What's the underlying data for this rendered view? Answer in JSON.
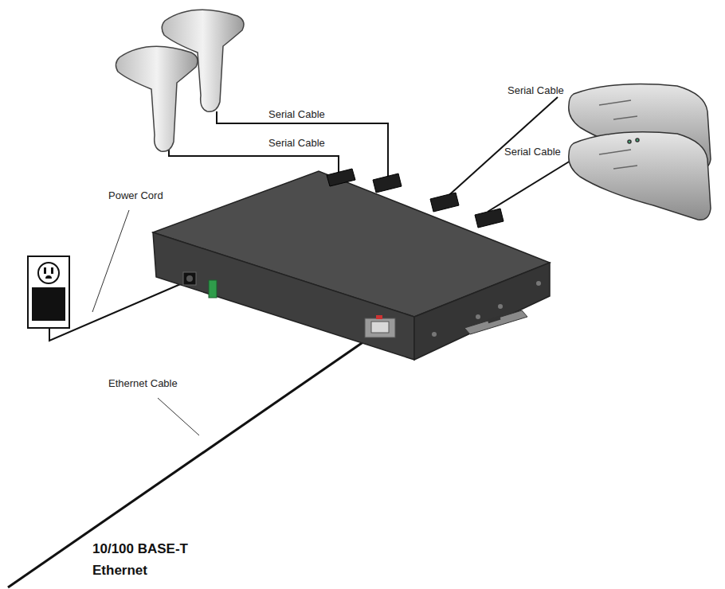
{
  "diagram": {
    "labels": [
      "Serial Cable",
      "Serial Cable",
      "Serial Cable",
      "Serial Cable",
      "Power Cord",
      "Ethernet Cable",
      "10/100 BASE-T Ethernet"
    ]
  }
}
